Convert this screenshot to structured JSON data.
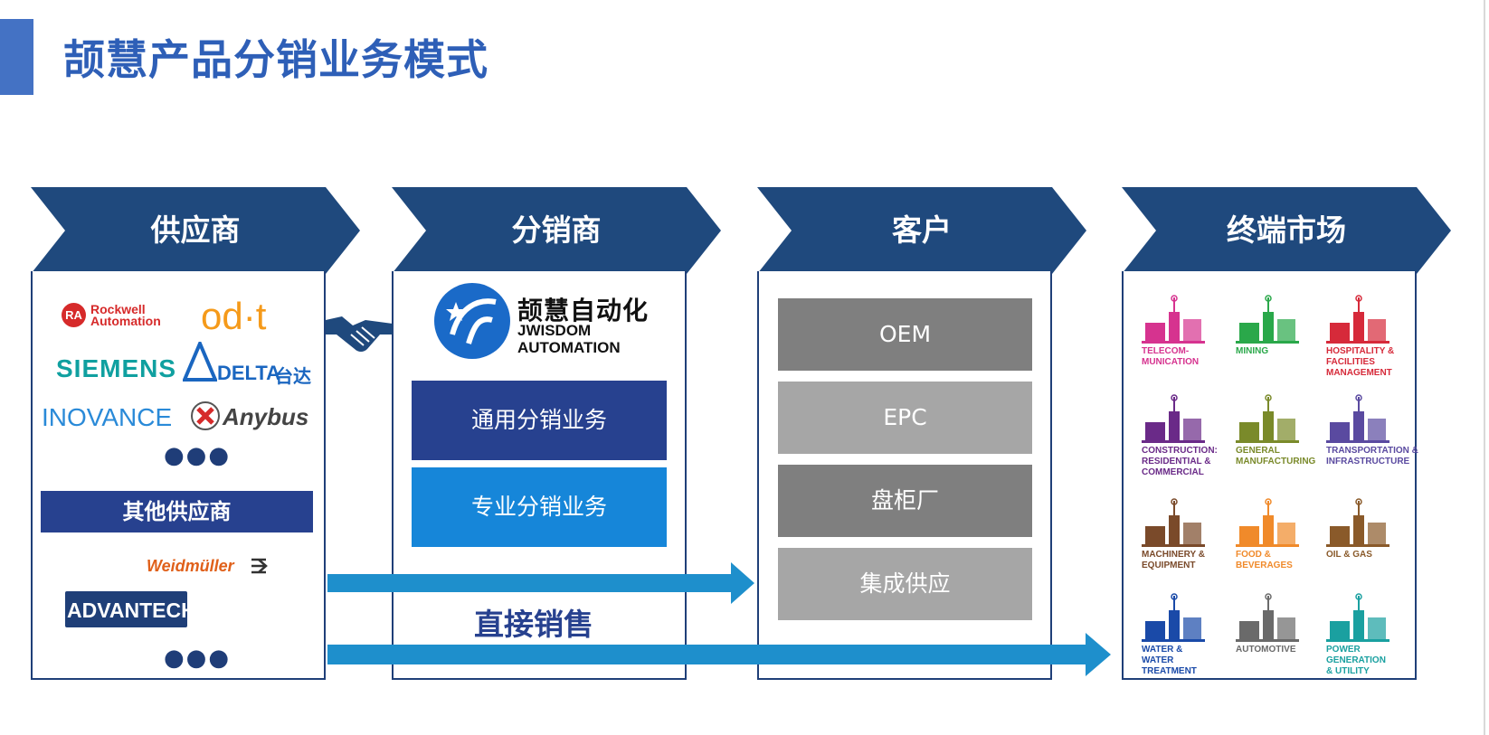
{
  "title": "颉慧产品分销业务模式",
  "columns": {
    "suppliers": "供应商",
    "distributor": "分销商",
    "customers": "客户",
    "end_market": "终端市场"
  },
  "suppliers": {
    "brands": {
      "rockwell_badge": "RA",
      "rockwell_l1": "Rockwell",
      "rockwell_l2": "Automation",
      "odot": "od·t",
      "siemens": "SIEMENS",
      "delta": "DELTA",
      "delta_cn": "台达",
      "inovance": "INOVANCE",
      "anybus": "Anybus",
      "weidmuller": "Weidmüller",
      "advantech": "ADVANTECH"
    },
    "more": "●●●",
    "other_label": "其他供应商",
    "more2": "●●●"
  },
  "distributor": {
    "logo_cn": "颉慧自动化",
    "logo_en1": "JWISDOM",
    "logo_en2": "AUTOMATION",
    "general": "通用分销业务",
    "specialized": "专业分销业务",
    "direct_sales": "直接销售"
  },
  "customers": {
    "items": [
      "OEM",
      "EPC",
      "盘柜厂",
      "集成供应"
    ]
  },
  "markets": [
    {
      "label": "TELECOM-\nMUNICATION",
      "color": "#d6338f"
    },
    {
      "label": "MINING",
      "color": "#2aa84a"
    },
    {
      "label": "HOSPITALITY &\nFACILITIES\nMANAGEMENT",
      "color": "#d62a3a"
    },
    {
      "label": "CONSTRUCTION:\nRESIDENTIAL &\nCOMMERCIAL",
      "color": "#6a2a88"
    },
    {
      "label": "GENERAL\nMANUFACTURING",
      "color": "#7a8a2a"
    },
    {
      "label": "TRANSPORTATION &\nINFRASTRUCTURE",
      "color": "#5a4aa0"
    },
    {
      "label": "MACHINERY &\nEQUIPMENT",
      "color": "#7a4a2a"
    },
    {
      "label": "FOOD &\nBEVERAGES",
      "color": "#f08a2a"
    },
    {
      "label": "OIL & GAS",
      "color": "#8a5a2a"
    },
    {
      "label": "WATER &\nWATER\nTREATMENT",
      "color": "#1a4aa8"
    },
    {
      "label": "AUTOMOTIVE",
      "color": "#6a6a6a"
    },
    {
      "label": "POWER\nGENERATION\n& UTILITY",
      "color": "#1aa0a0"
    }
  ],
  "colors": {
    "chevron": "#1f497d",
    "general_btn": "#27418f",
    "special_btn": "#1686d9",
    "arrow": "#1e8fcc",
    "cust_dark": "#7f7f7f",
    "cust_light": "#a6a6a6"
  }
}
